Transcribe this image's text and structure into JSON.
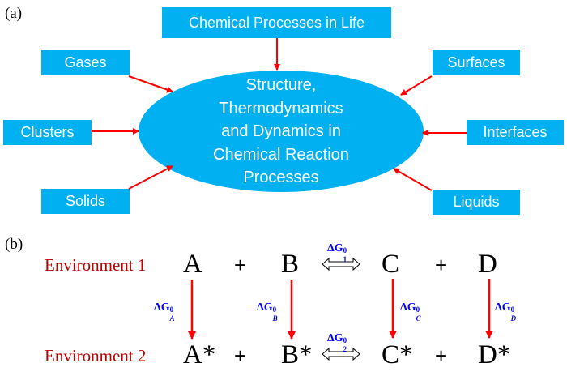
{
  "panel_a": {
    "label": "(a)",
    "center": {
      "lines": [
        "Structure,",
        "Thermodynamics",
        "and Dynamics in",
        "Chemical Reaction",
        "Processes"
      ]
    },
    "boxes": {
      "top": "Chemical Processes in Life",
      "gases": "Gases",
      "clusters": "Clusters",
      "solids": "Solids",
      "surfaces": "Surfaces",
      "interfaces": "Interfaces",
      "liquids": "Liquids"
    },
    "colors": {
      "box_fill": "#00b0f0",
      "box_text": "#ffffff",
      "arrow": "#ff0000"
    }
  },
  "panel_b": {
    "label": "(b)",
    "environments": [
      "Environment 1",
      "Environment 2"
    ],
    "row1": {
      "species": [
        "A",
        "B",
        "C",
        "D"
      ],
      "plus": "+"
    },
    "row2": {
      "species": [
        "A*",
        "B*",
        "C*",
        "D*"
      ],
      "plus": "+"
    },
    "delta_g": {
      "symbol": "ΔG",
      "superscript": "0",
      "reaction_1_sub": "1",
      "reaction_2_sub": "2",
      "transfer_subs": [
        "A",
        "B",
        "C",
        "D"
      ]
    },
    "colors": {
      "environment_text": "#c00000",
      "delta_g_text": "#0000ff",
      "arrow": "#ff0000"
    }
  }
}
